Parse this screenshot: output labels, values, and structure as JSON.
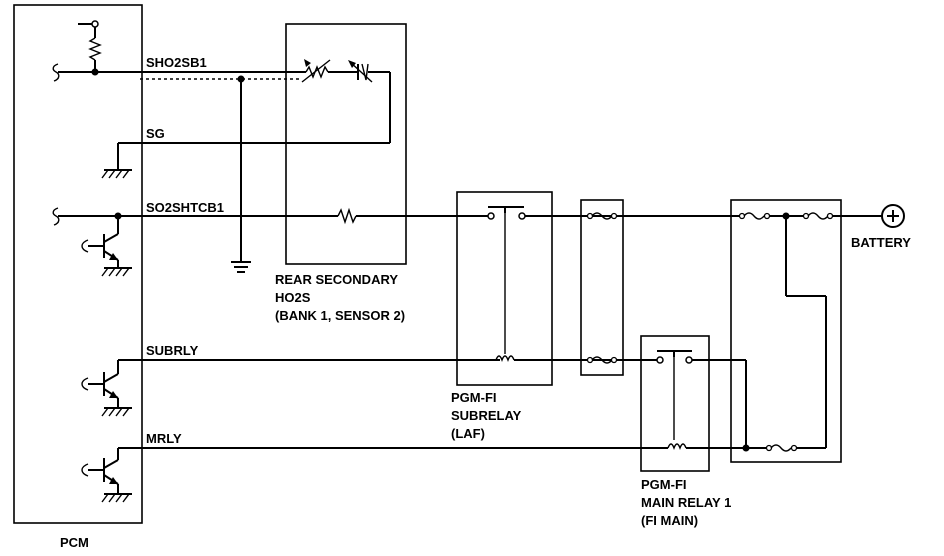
{
  "components": {
    "pcm": "PCM",
    "rear_sensor": [
      "REAR SECONDARY",
      "HO2S",
      "(BANK 1, SENSOR 2)"
    ],
    "subrelay": [
      "PGM-FI",
      "SUBRELAY",
      "(LAF)"
    ],
    "main_relay": [
      "PGM-FI",
      "MAIN RELAY 1",
      "(FI MAIN)"
    ],
    "battery": "BATTERY"
  },
  "signals": {
    "sho2sb1": "SHO2SB1",
    "sg": "SG",
    "so2shtcb1": "SO2SHTCB1",
    "subrly": "SUBRLY",
    "mrly": "MRLY"
  }
}
